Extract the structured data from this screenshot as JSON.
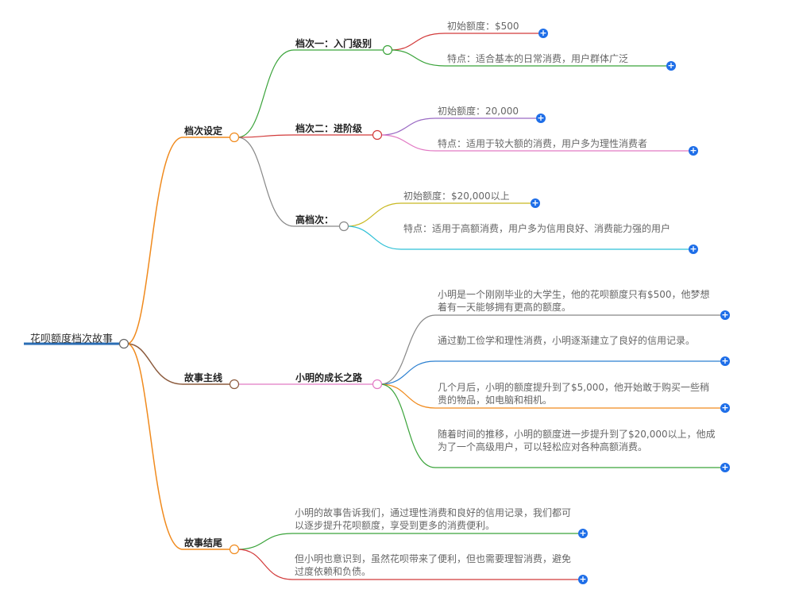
{
  "root": {
    "label": "花呗额度档次故事"
  },
  "branches": [
    {
      "label": "档次设定",
      "children": [
        {
          "label": "档次一：入门级别",
          "children": [
            "初始额度：$500",
            "特点：适合基本的日常消费，用户群体广泛"
          ]
        },
        {
          "label": "档次二：进阶级",
          "children": [
            "初始额度：20,000",
            "特点：适用于较大额的消费，用户多为理性消费者"
          ]
        },
        {
          "label": "高档次：",
          "children": [
            "初始额度：$20,000以上",
            "特点：适用于高额消费，用户多为信用良好、消费能力强的用户"
          ]
        }
      ]
    },
    {
      "label": "故事主线",
      "children": [
        {
          "label": "小明的成长之路",
          "children": [
            "小明是一个刚刚毕业的大学生，他的花呗额度只有$500，他梦想着有一天能够拥有更高的额度。",
            "通过勤工俭学和理性消费，小明逐渐建立了良好的信用记录。",
            "几个月后，小明的额度提升到了$5,000，他开始敢于购买一些稍贵的物品，如电脑和相机。",
            "随着时间的推移，小明的额度进一步提升到了$20,000以上，他成为了一个高级用户，可以轻松应对各种高额消费。"
          ]
        }
      ]
    },
    {
      "label": "故事结尾",
      "children": [
        "小明的故事告诉我们，通过理性消费和良好的信用记录，我们都可以逐步提升花呗额度，享受到更多的消费便利。",
        "但小明也意识到，虽然花呗带来了便利，但也需要理智消费，避免过度依赖和负债。"
      ]
    }
  ],
  "expand_icon": "plus-icon",
  "colors": {
    "root_bar": "#2a6db5",
    "orange": "#f08a1d",
    "brown": "#8b5a3c",
    "green": "#3aa33a",
    "red": "#d23a3a",
    "gray": "#888888",
    "purple": "#9b6bc4",
    "pink": "#e27ac4",
    "olive": "#c8b820",
    "cyan": "#2fc0d6",
    "blue": "#2a7fd0",
    "plus_blue": "#1e6ee8"
  }
}
